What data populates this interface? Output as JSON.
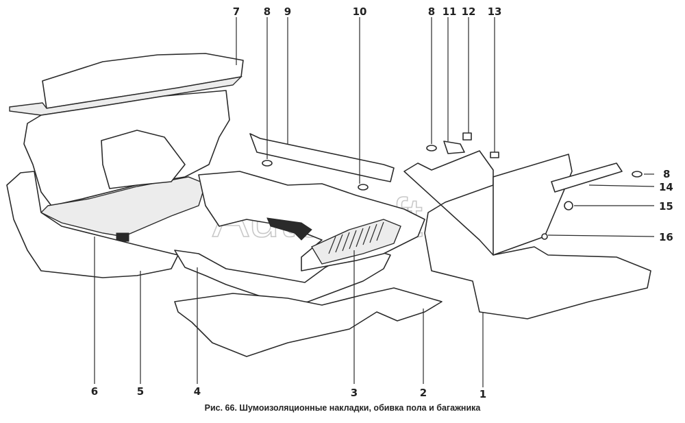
{
  "caption": "Рис. 66. Шумоизоляционные накладки,  обивка пола и багажника",
  "watermark": "AutoSoft",
  "callouts": {
    "n1": "1",
    "n2": "2",
    "n3": "3",
    "n4": "4",
    "n5": "5",
    "n6": "6",
    "n7": "7",
    "n8a": "8",
    "n9": "9",
    "n10": "10",
    "n8b": "8",
    "n11": "11",
    "n12": "12",
    "n13": "13",
    "n8c": "8",
    "n14": "14",
    "n15": "15",
    "n16": "16"
  }
}
